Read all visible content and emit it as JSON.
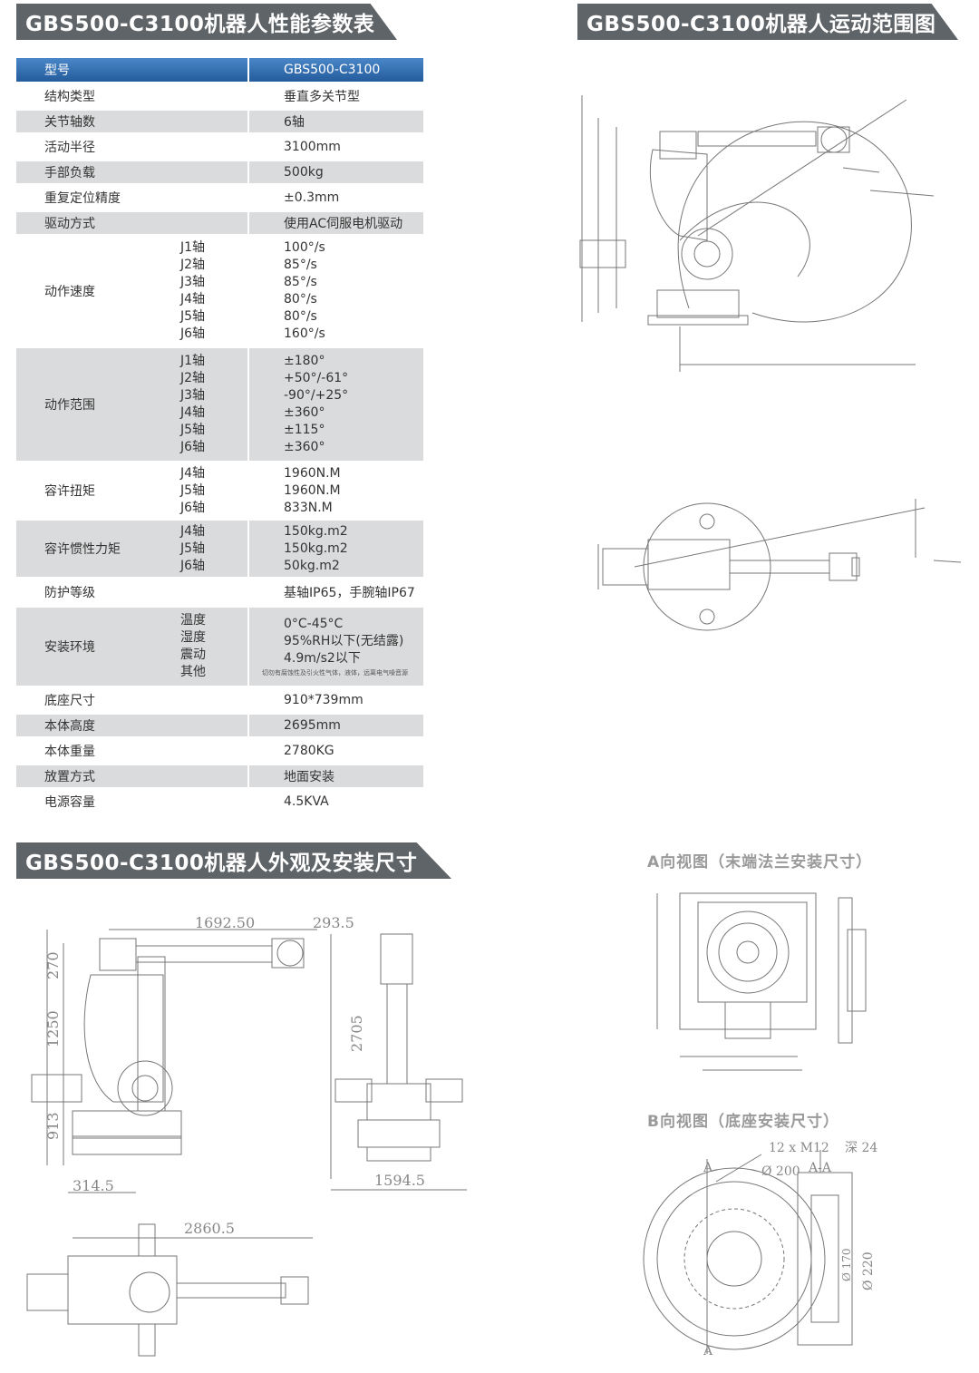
{
  "sections": {
    "params_title": "GBS500-C3100机器人性能参数表",
    "range_title": "GBS500-C3100机器人运动范围图",
    "dims_title": "GBS500-C3100机器人外观及安装尺寸"
  },
  "table": {
    "header": {
      "label": "型号",
      "value": "GBS500-C3100"
    },
    "structure": {
      "label": "结构类型",
      "value": "垂直多关节型"
    },
    "axes": {
      "label": "关节轴数",
      "value": "6轴"
    },
    "radius": {
      "label": "活动半径",
      "value": "3100mm"
    },
    "payload": {
      "label": "手部负载",
      "value": "500kg"
    },
    "repeatability": {
      "label": "重复定位精度",
      "value": "±0.3mm"
    },
    "drive": {
      "label": "驱动方式",
      "value": "使用AC伺服电机驱动"
    },
    "speed": {
      "label": "动作速度",
      "axes": [
        "J1轴",
        "J2轴",
        "J3轴",
        "J4轴",
        "J5轴",
        "J6轴"
      ],
      "values": [
        "100°/s",
        "85°/s",
        "85°/s",
        "80°/s",
        "80°/s",
        "160°/s"
      ]
    },
    "range": {
      "label": "动作范围",
      "axes": [
        "J1轴",
        "J2轴",
        "J3轴",
        "J4轴",
        "J5轴",
        "J6轴"
      ],
      "values": [
        "±180°",
        "+50°/-61°",
        "-90°/+25°",
        "±360°",
        "±115°",
        "±360°"
      ]
    },
    "torque": {
      "label": "容许扭矩",
      "axes": [
        "J4轴",
        "J5轴",
        "J6轴"
      ],
      "values": [
        "1960N.M",
        "1960N.M",
        "833N.M"
      ]
    },
    "inertia": {
      "label": "容许惯性力矩",
      "axes": [
        "J4轴",
        "J5轴",
        "J6轴"
      ],
      "values": [
        "150kg.m2",
        "150kg.m2",
        "50kg.m2"
      ]
    },
    "protection": {
      "label": "防护等级",
      "value": "基轴IP65，手腕轴IP67"
    },
    "environment": {
      "label": "安装环境",
      "items": [
        "温度",
        "湿度",
        "震动",
        "其他"
      ],
      "values": [
        "0°C-45°C",
        "95%RH以下(无结露)",
        "4.9m/s2以下",
        "切勿有腐蚀性及引火性气体，液体，远离电气噪音源"
      ]
    },
    "base_size": {
      "label": "底座尺寸",
      "value": "910*739mm"
    },
    "height": {
      "label": "本体高度",
      "value": "2695mm"
    },
    "weight": {
      "label": "本体重量",
      "value": "2780KG"
    },
    "placement": {
      "label": "放置方式",
      "value": "地面安装"
    },
    "power": {
      "label": "电源容量",
      "value": "4.5KVA"
    }
  },
  "drawings": {
    "view_a_caption": "A向视图（末端法兰安装尺寸）",
    "view_b_caption": "B向视图（底座安装尺寸）",
    "dim_1692": "1692.50",
    "dim_2935": "293.5",
    "dim_270": "270",
    "dim_1250": "1250",
    "dim_913": "913",
    "dim_3145": "314.5",
    "dim_2705": "2705",
    "dim_15945": "1594.5",
    "dim_28605": "2860.5",
    "b_bolts": "12 x M12",
    "b_depth": "深 24",
    "b_dia200": "Ø 200",
    "b_aa": "A-A",
    "b_dia220": "Ø 220",
    "b_dia170": "Ø 170",
    "b_a": "A"
  }
}
